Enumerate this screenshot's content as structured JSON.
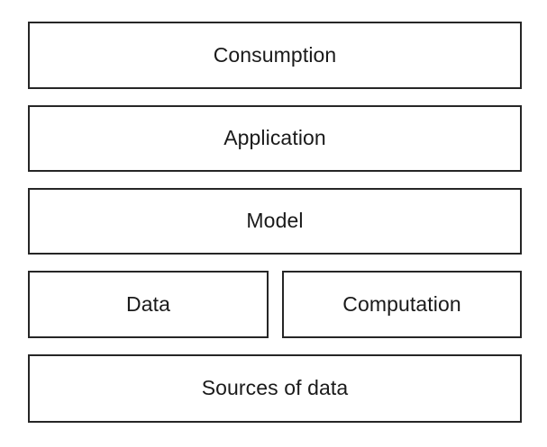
{
  "diagram": {
    "type": "layered-stack",
    "background_color": "#ffffff",
    "border_color": "#262626",
    "text_color": "#1a1a1a",
    "layers": [
      {
        "label": "Consumption",
        "level": 1
      },
      {
        "label": "Application",
        "level": 2
      },
      {
        "label": "Model",
        "level": 3
      },
      {
        "label": "Data",
        "level": 4
      },
      {
        "label": "Computation",
        "level": 4
      },
      {
        "label": "Sources of data",
        "level": 5
      }
    ]
  }
}
